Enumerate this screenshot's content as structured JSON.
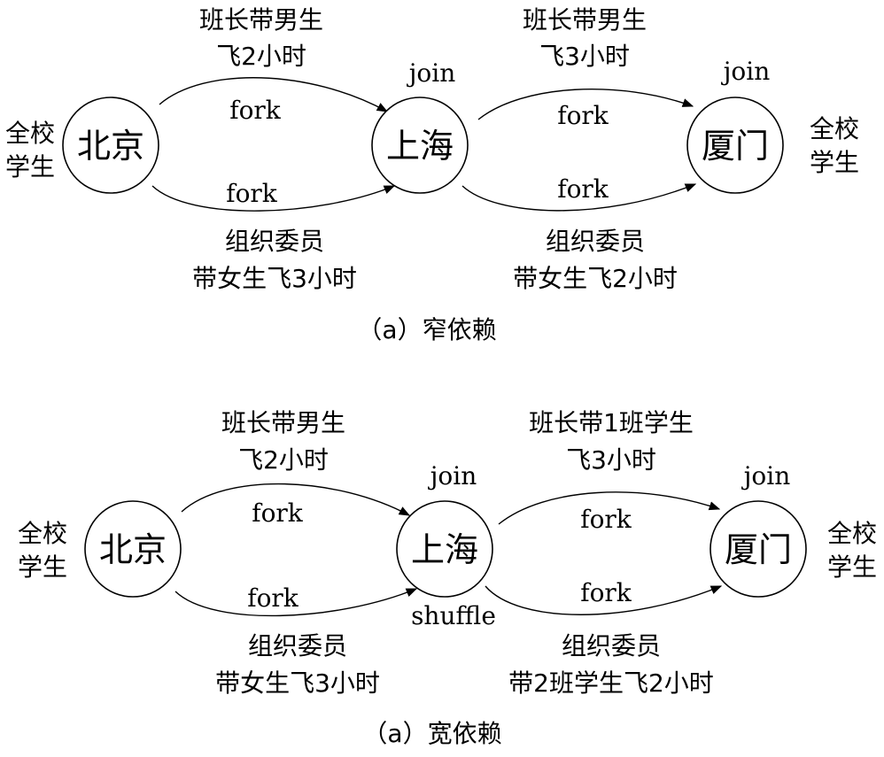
{
  "panels": [
    {
      "caption": "（a）窄依赖",
      "nodes": {
        "a": "北京",
        "b": "上海",
        "c": "厦门"
      },
      "side_left": [
        "全校",
        "学生"
      ],
      "side_right": [
        "全校",
        "学生"
      ],
      "top_label_1": [
        "班长带男生",
        "飞2小时"
      ],
      "top_label_2": [
        "班长带男生",
        "飞3小时"
      ],
      "bottom_label_1": [
        "组织委员",
        "带女生飞3小时"
      ],
      "bottom_label_2": [
        "组织委员",
        "带女生飞2小时"
      ],
      "fork": "fork",
      "join": "join",
      "shuffle": ""
    },
    {
      "caption": "（a）宽依赖",
      "nodes": {
        "a": "北京",
        "b": "上海",
        "c": "厦门"
      },
      "side_left": [
        "全校",
        "学生"
      ],
      "side_right": [
        "全校",
        "学生"
      ],
      "top_label_1": [
        "班长带男生",
        "飞2小时"
      ],
      "top_label_2": [
        "班长带1班学生",
        "飞3小时"
      ],
      "bottom_label_1": [
        "组织委员",
        "带女生飞3小时"
      ],
      "bottom_label_2": [
        "组织委员",
        "带2班学生飞2小时"
      ],
      "fork": "fork",
      "join": "join",
      "shuffle": "shuffle"
    }
  ]
}
